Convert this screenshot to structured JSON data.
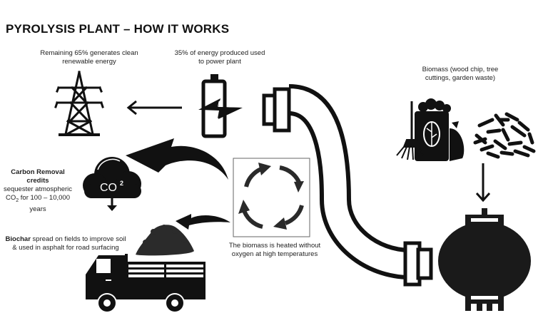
{
  "title": "PYROLYSIS PLANT – HOW IT WORKS",
  "captions": {
    "grid_energy": {
      "line1": "Remaining 65% generates clean",
      "line2": "renewable energy"
    },
    "plant_power": {
      "line1": "35% of energy produced used",
      "line2": "to power plant"
    },
    "biomass": {
      "line1": "Biomass (wood chip, tree",
      "line2": "cuttings,  garden waste)"
    },
    "carbon": {
      "bold": "Carbon Removal credits",
      "line1": "sequester atmospheric",
      "line2_prefix": "CO",
      "line2_sub": "2",
      "line2_suffix": " for 100 – 10,000",
      "line3": "years"
    },
    "biochar": {
      "bold": "Biochar",
      "line1_rest": " spread on fields to improve soil",
      "line2": "& used in asphalt for road surfacing"
    },
    "process": {
      "line1": "The biomass is heated without",
      "line2": "oxygen at high temperatures"
    }
  },
  "icons": {
    "cloud_label": "CO",
    "cloud_label_sup": "2"
  },
  "colors": {
    "ink": "#111111",
    "text": "#222222",
    "box_border": "#666666",
    "cycle_arrows": "#2a2a2a"
  }
}
